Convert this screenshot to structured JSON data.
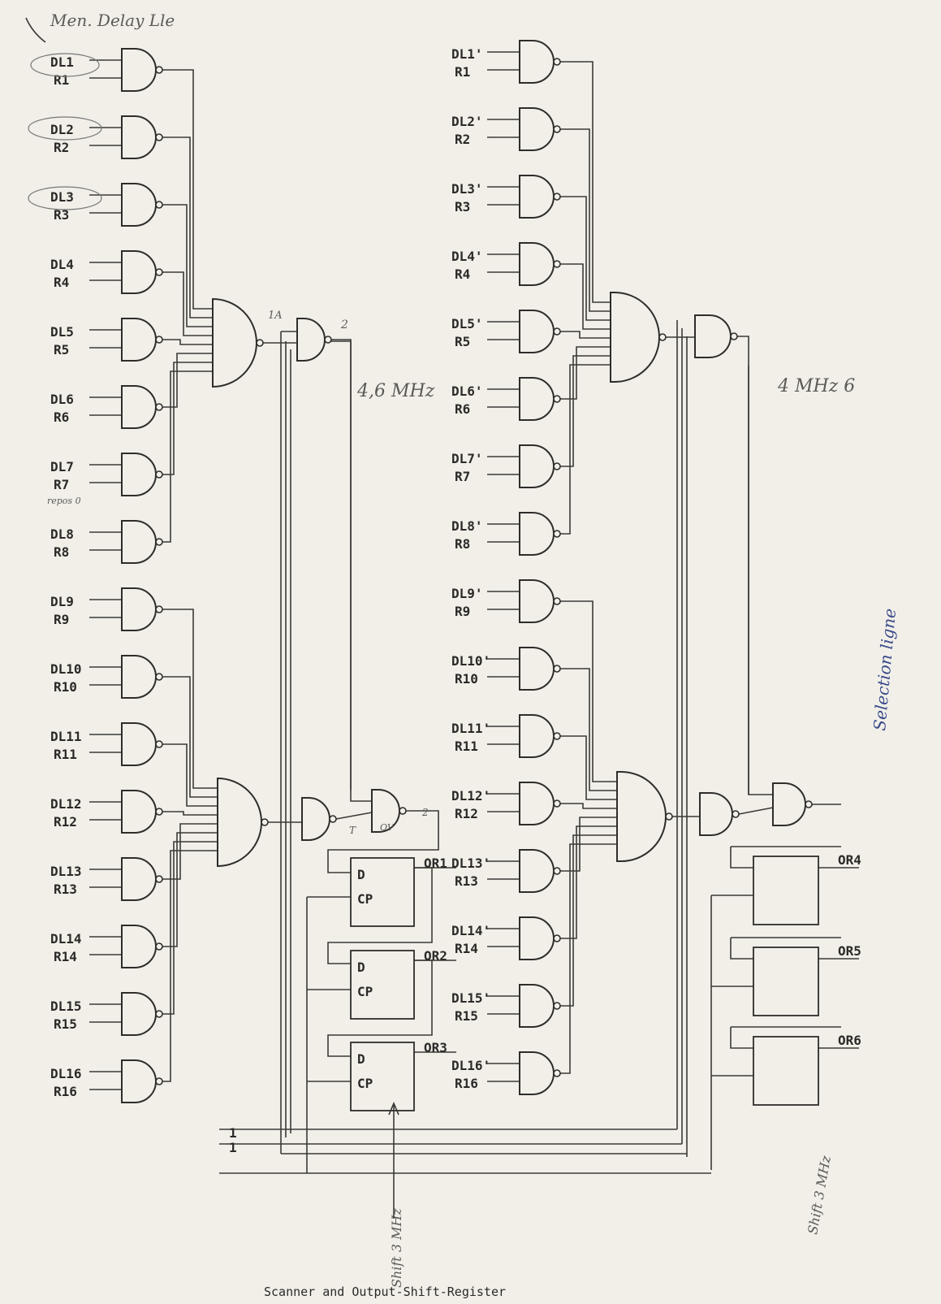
{
  "caption": "Scanner and Output-Shift-Register",
  "left_inputs": [
    {
      "dl": "DL1",
      "r": "R1"
    },
    {
      "dl": "DL2",
      "r": "R2"
    },
    {
      "dl": "DL3",
      "r": "R3"
    },
    {
      "dl": "DL4",
      "r": "R4"
    },
    {
      "dl": "DL5",
      "r": "R5"
    },
    {
      "dl": "DL6",
      "r": "R6"
    },
    {
      "dl": "DL7",
      "r": "R7"
    },
    {
      "dl": "DL8",
      "r": "R8"
    },
    {
      "dl": "DL9",
      "r": "R9"
    },
    {
      "dl": "DL10",
      "r": "R10"
    },
    {
      "dl": "DL11",
      "r": "R11"
    },
    {
      "dl": "DL12",
      "r": "R12"
    },
    {
      "dl": "DL13",
      "r": "R13"
    },
    {
      "dl": "DL14",
      "r": "R14"
    },
    {
      "dl": "DL15",
      "r": "R15"
    },
    {
      "dl": "DL16",
      "r": "R16"
    }
  ],
  "right_inputs": [
    {
      "dl": "DL1'",
      "r": "R1"
    },
    {
      "dl": "DL2'",
      "r": "R2"
    },
    {
      "dl": "DL3'",
      "r": "R3"
    },
    {
      "dl": "DL4'",
      "r": "R4"
    },
    {
      "dl": "DL5'",
      "r": "R5"
    },
    {
      "dl": "DL6'",
      "r": "R6"
    },
    {
      "dl": "DL7'",
      "r": "R7"
    },
    {
      "dl": "DL8'",
      "r": "R8"
    },
    {
      "dl": "DL9'",
      "r": "R9"
    },
    {
      "dl": "DL10'",
      "r": "R10"
    },
    {
      "dl": "DL11'",
      "r": "R11"
    },
    {
      "dl": "DL12'",
      "r": "R12"
    },
    {
      "dl": "DL13'",
      "r": "R13"
    },
    {
      "dl": "DL14'",
      "r": "R14"
    },
    {
      "dl": "DL15'",
      "r": "R15"
    },
    {
      "dl": "DL16'",
      "r": "R16"
    }
  ],
  "registers_left": [
    {
      "out": "OR1",
      "d": "D",
      "cp": "CP"
    },
    {
      "out": "OR2",
      "d": "D",
      "cp": "CP"
    },
    {
      "out": "OR3",
      "d": "D",
      "cp": "CP"
    }
  ],
  "registers_right": [
    {
      "out": "OR4"
    },
    {
      "out": "OR5"
    },
    {
      "out": "OR6"
    }
  ],
  "bus_labels": [
    "1",
    "1"
  ],
  "handwritten": {
    "top_note": "Men. Delay Lle",
    "freq_left": "4,6 MHz",
    "freq_right": "4 MHz 6",
    "r7_note": "repos 0",
    "side_note": "Selection ligne",
    "shift_clock_left": "Shift 3 MHz",
    "shift_clock_right": "Shift 3 MHz",
    "gate_marks": [
      "1A",
      "2"
    ],
    "dff_note": "OV",
    "dff_t": "T",
    "dff_2": "2"
  },
  "colors": {
    "paper": "#f1efe8",
    "ink": "#2e2d2a",
    "pen": "#3a4a8a",
    "pencil": "#5b5a55"
  }
}
